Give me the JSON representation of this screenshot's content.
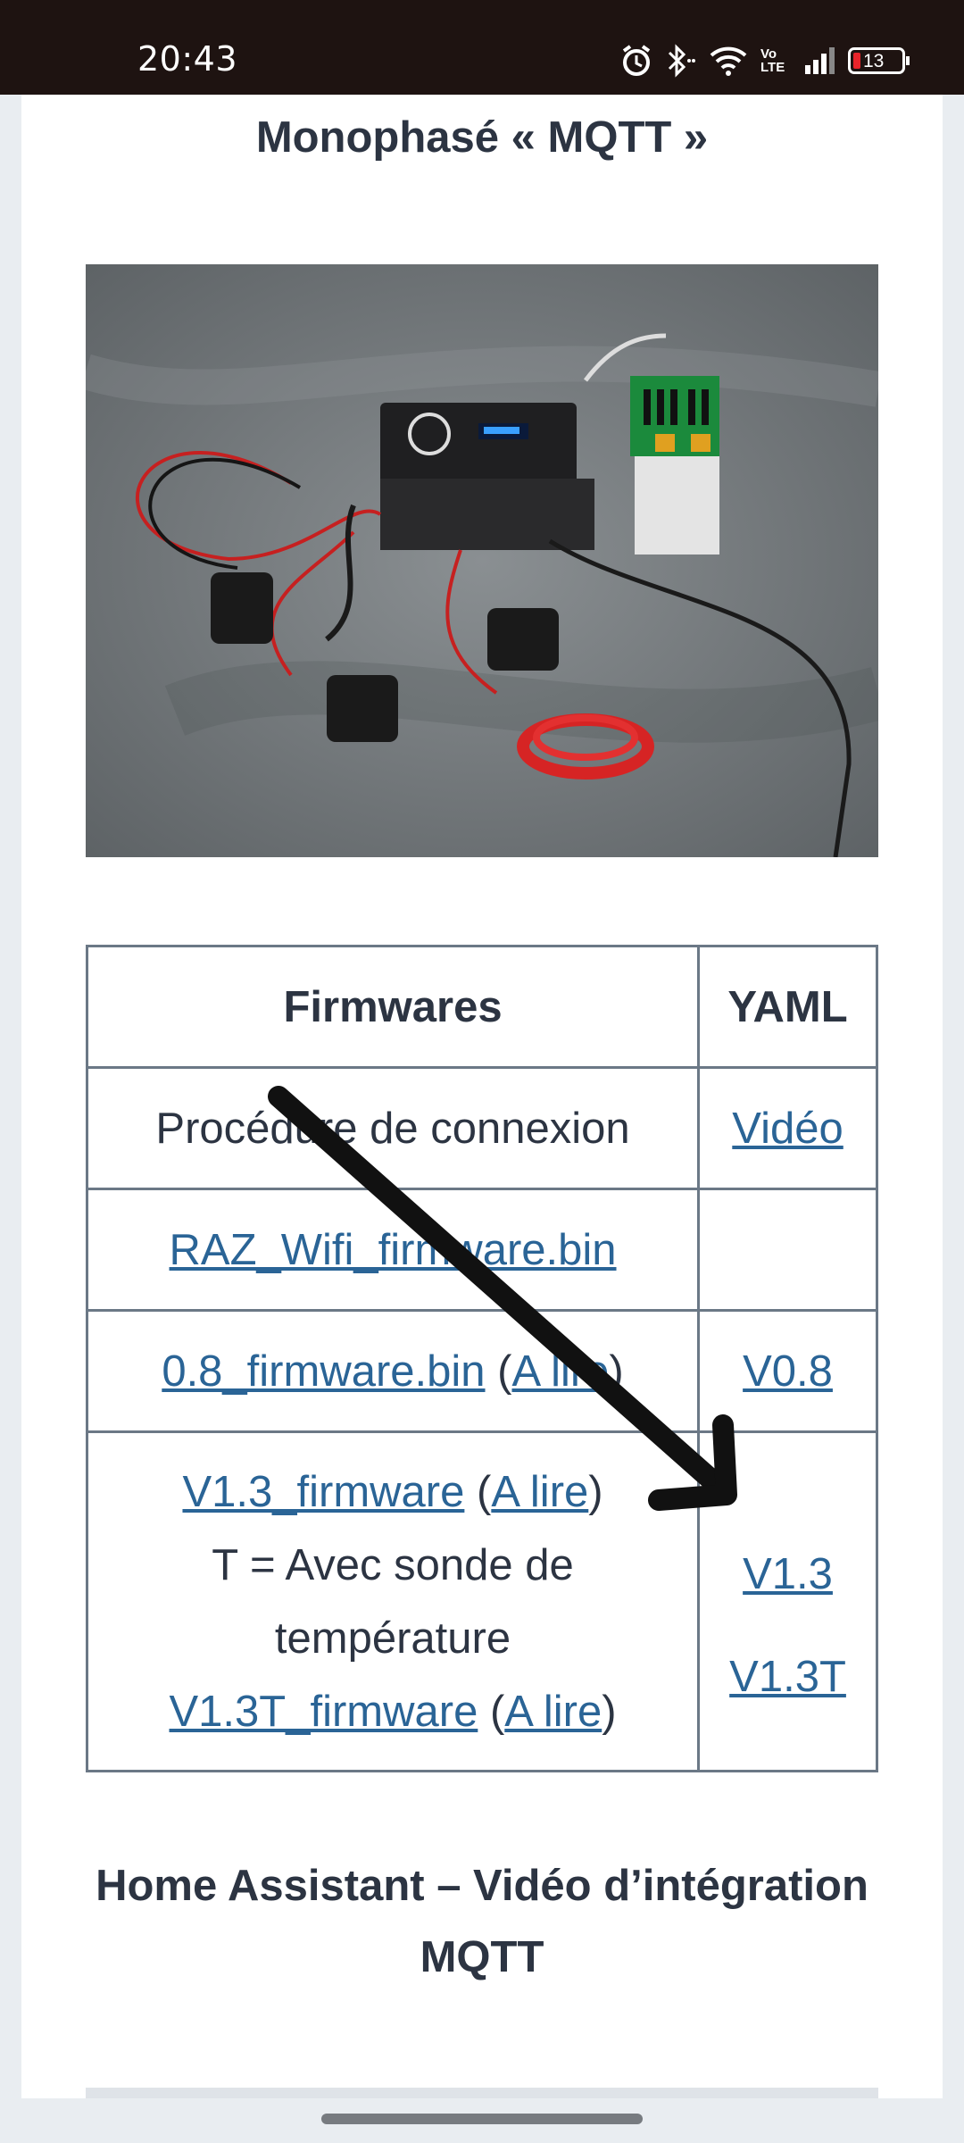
{
  "status_bar": {
    "time": "20:43",
    "network_label": "Vo LTE",
    "battery_level": "13",
    "icons": [
      "alarm-icon",
      "bluetooth-icon",
      "wifi-icon",
      "volte-icon",
      "signal-icon",
      "battery-icon"
    ]
  },
  "article": {
    "title": "Monophasé « MQTT »",
    "photo_alt": "Router with current clamps and variator",
    "table": {
      "header_firmwares": "Firmwares",
      "header_yaml": "YAML",
      "row1_text": "Procédure de connexion",
      "row1_link": "Vidéo",
      "row2_link": "RAZ_Wifi_firmware.bin",
      "row3_link": "0.8_firmware.bin",
      "row3_paren_open": "(",
      "row3_note": "A lire",
      "row3_paren_close": ")",
      "row3_yaml": "V0.8",
      "row4_link": "V1.3_firmware",
      "row4_paren_open": "(",
      "row4_note": "A lire",
      "row4_paren_close": ")",
      "row4_line2": "T = Avec sonde de",
      "row4_line3": "température",
      "row4_link2": "V1.3T_firmware",
      "row4_paren_open2": "(",
      "row4_note2": "A lire",
      "row4_paren_close2": ")",
      "row4_yaml1": "V1.3",
      "row4_yaml2": "V1.3T"
    },
    "section2_title": "Home Assistant – Vidéo d’intégration MQTT"
  },
  "colors": {
    "status_bg": "#1e1311",
    "text": "#2c3442",
    "link": "#2a6496",
    "border": "#6b7886",
    "battery_low": "#e8242a"
  }
}
